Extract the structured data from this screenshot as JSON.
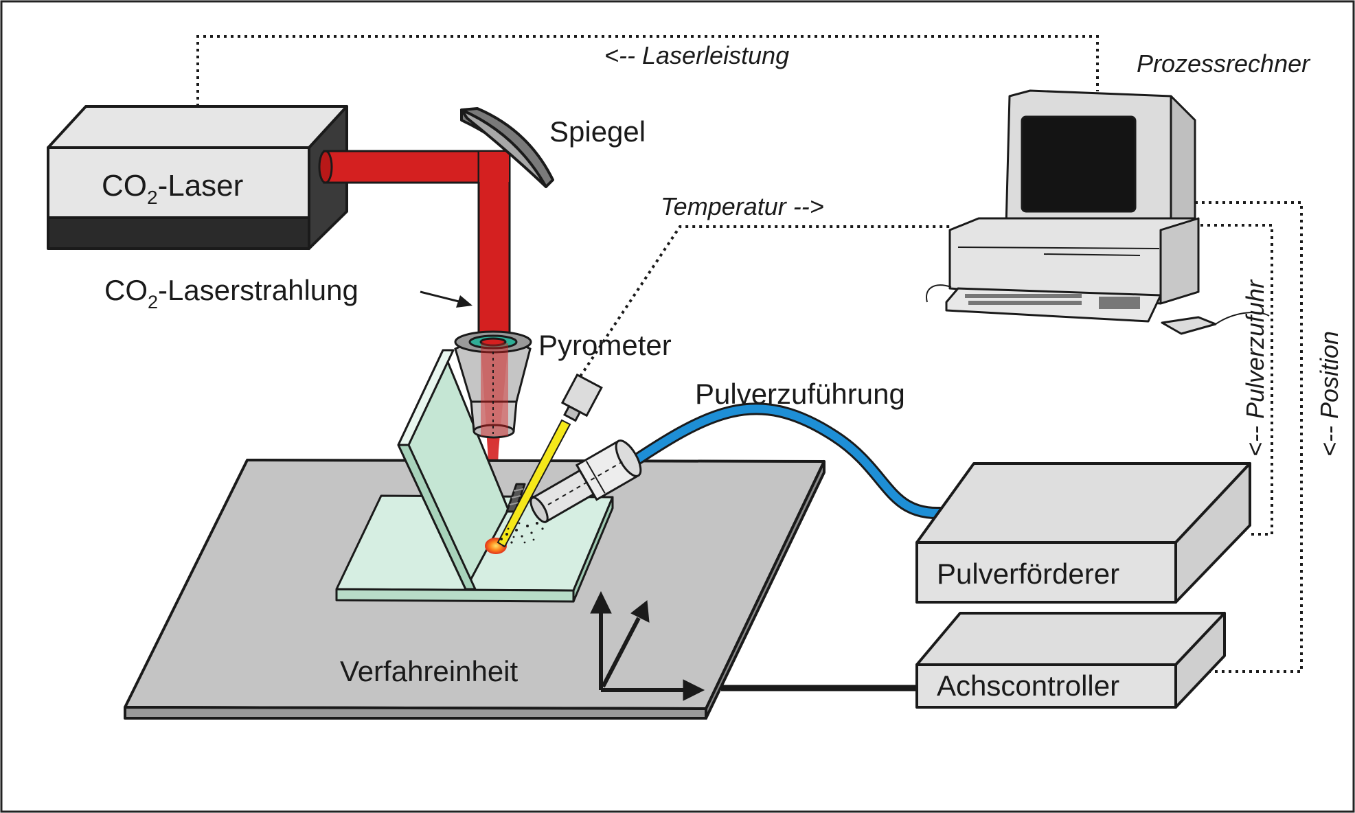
{
  "labels": {
    "laser_main": "CO",
    "laser_sub": "2",
    "laser_suffix": "-Laser",
    "mirror": "Spiegel",
    "beam_main": "CO",
    "beam_sub": "2",
    "beam_suffix": "-Laserstrahlung",
    "pyrometer": "Pyrometer",
    "powder_nozzle": "Pulverzuführung",
    "computer": "Prozessrechner",
    "powder_feeder": "Pulverförderer",
    "axis_controller": "Achscontroller",
    "motion_unit": "Verfahreinheit"
  },
  "signals": {
    "laser_power": "<-- Laserleistung",
    "temperature": "Temperatur -->",
    "powder_supply": "<-- Pulverzufuhr",
    "position": "<-- Position"
  },
  "colors": {
    "laser_beam": "#d42020",
    "powder_hose": "#1e8fd6",
    "pyrometer_beam": "#f5e81a",
    "workpiece": "#d6eee2",
    "box_fill": "#e2e2e2",
    "table_fill": "#c4c4c4"
  }
}
